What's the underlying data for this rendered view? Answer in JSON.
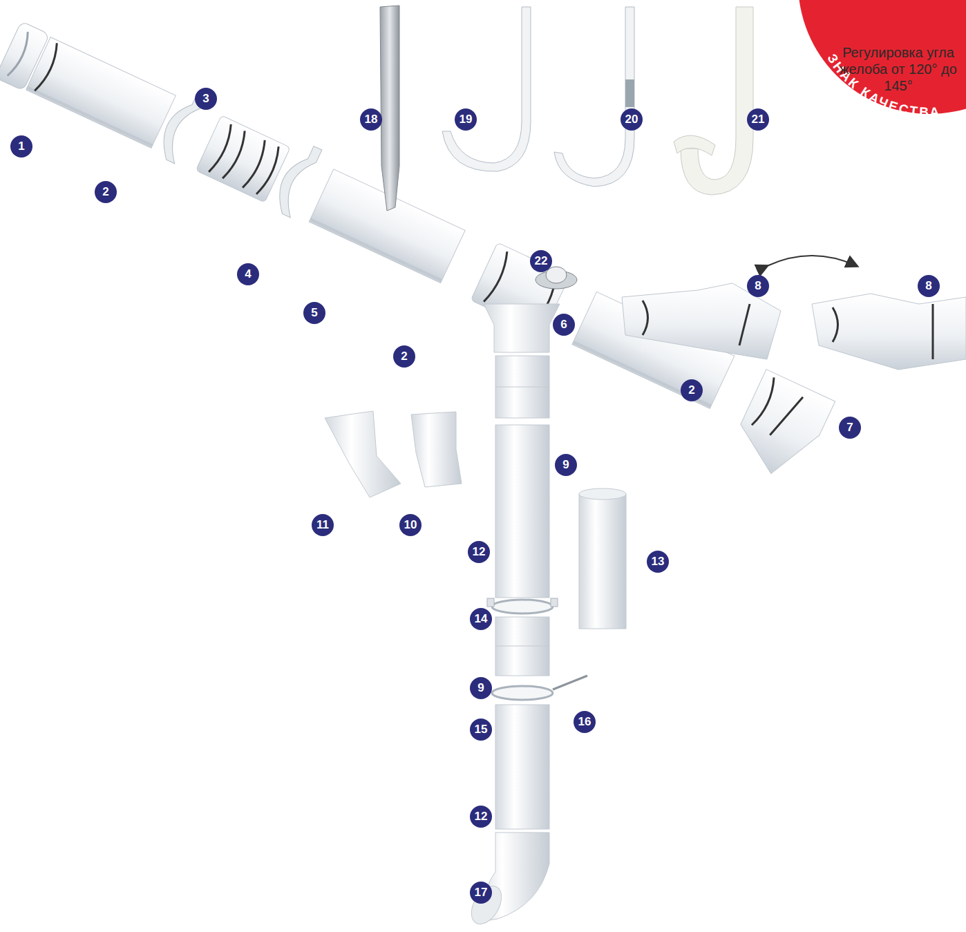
{
  "diagram": {
    "labels": [
      "1",
      "2",
      "3",
      "18",
      "19",
      "20",
      "21",
      "ЗНАК КАЧЕСТВА",
      "Регулировка угла желоба от 120° до 145°",
      "22",
      "4",
      "5",
      "8",
      "8",
      "6",
      "2",
      "2",
      "7",
      "9",
      "11",
      "10",
      "12",
      "13",
      "14",
      "9",
      "16",
      "15",
      "12",
      "17"
    ]
  }
}
